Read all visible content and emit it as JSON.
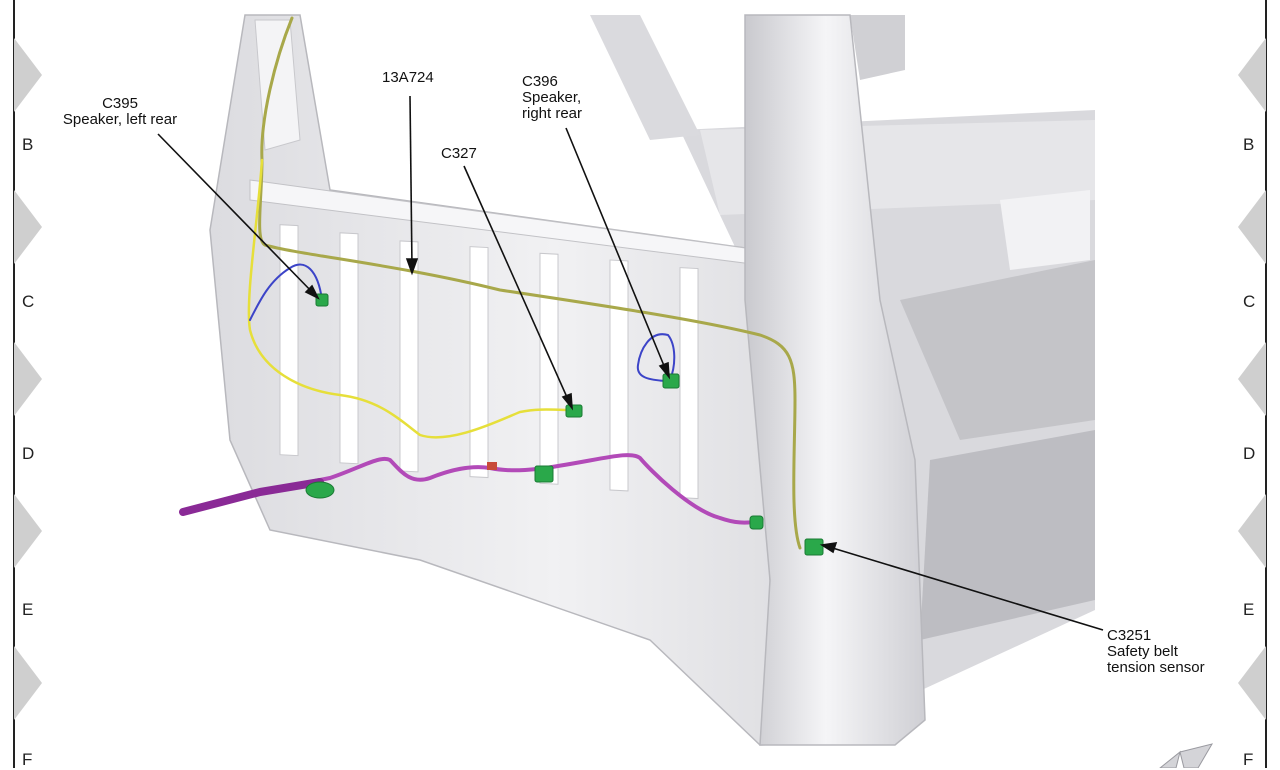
{
  "grid_rows": [
    "B",
    "C",
    "D",
    "E",
    "F"
  ],
  "callouts": {
    "c395": {
      "code": "C395",
      "desc": "Speaker, left rear"
    },
    "harness": {
      "code": "13A724"
    },
    "c327": {
      "code": "C327"
    },
    "c396": {
      "code": "C396",
      "desc_line1": "Speaker,",
      "desc_line2": "right rear"
    },
    "c3251": {
      "code": "C3251",
      "desc_line1": "Safety belt",
      "desc_line2": "tension sensor"
    }
  },
  "colors": {
    "harness_yellow": "#e6df3a",
    "harness_olive": "#a8a84a",
    "harness_blue": "#3c44c8",
    "harness_magenta": "#b24ab8",
    "harness_purple": "#8a2a96",
    "connector_green": "#2aa84a",
    "body_panel": "#e9e9ec",
    "frame_border": "#222222",
    "edge_marker": "#cfcfcf"
  }
}
